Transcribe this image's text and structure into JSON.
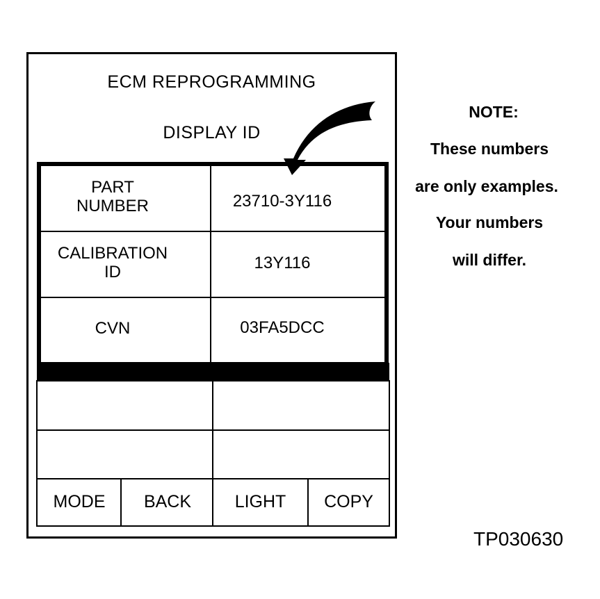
{
  "device": {
    "title": "ECM REPROGRAMMING",
    "subtitle": "DISPLAY ID"
  },
  "id_table": [
    {
      "label": "PART\nNUMBER",
      "value": "23710-3Y116"
    },
    {
      "label": "CALIBRATION\nID",
      "value": "13Y116"
    },
    {
      "label": "CVN",
      "value": "03FA5DCC"
    }
  ],
  "buttons": [
    "MODE",
    "BACK",
    "LIGHT",
    "COPY"
  ],
  "note": {
    "heading": "NOTE:",
    "lines": [
      "These numbers",
      "are only examples.",
      "Your numbers",
      "will differ."
    ]
  },
  "figure_id": "TP030630"
}
